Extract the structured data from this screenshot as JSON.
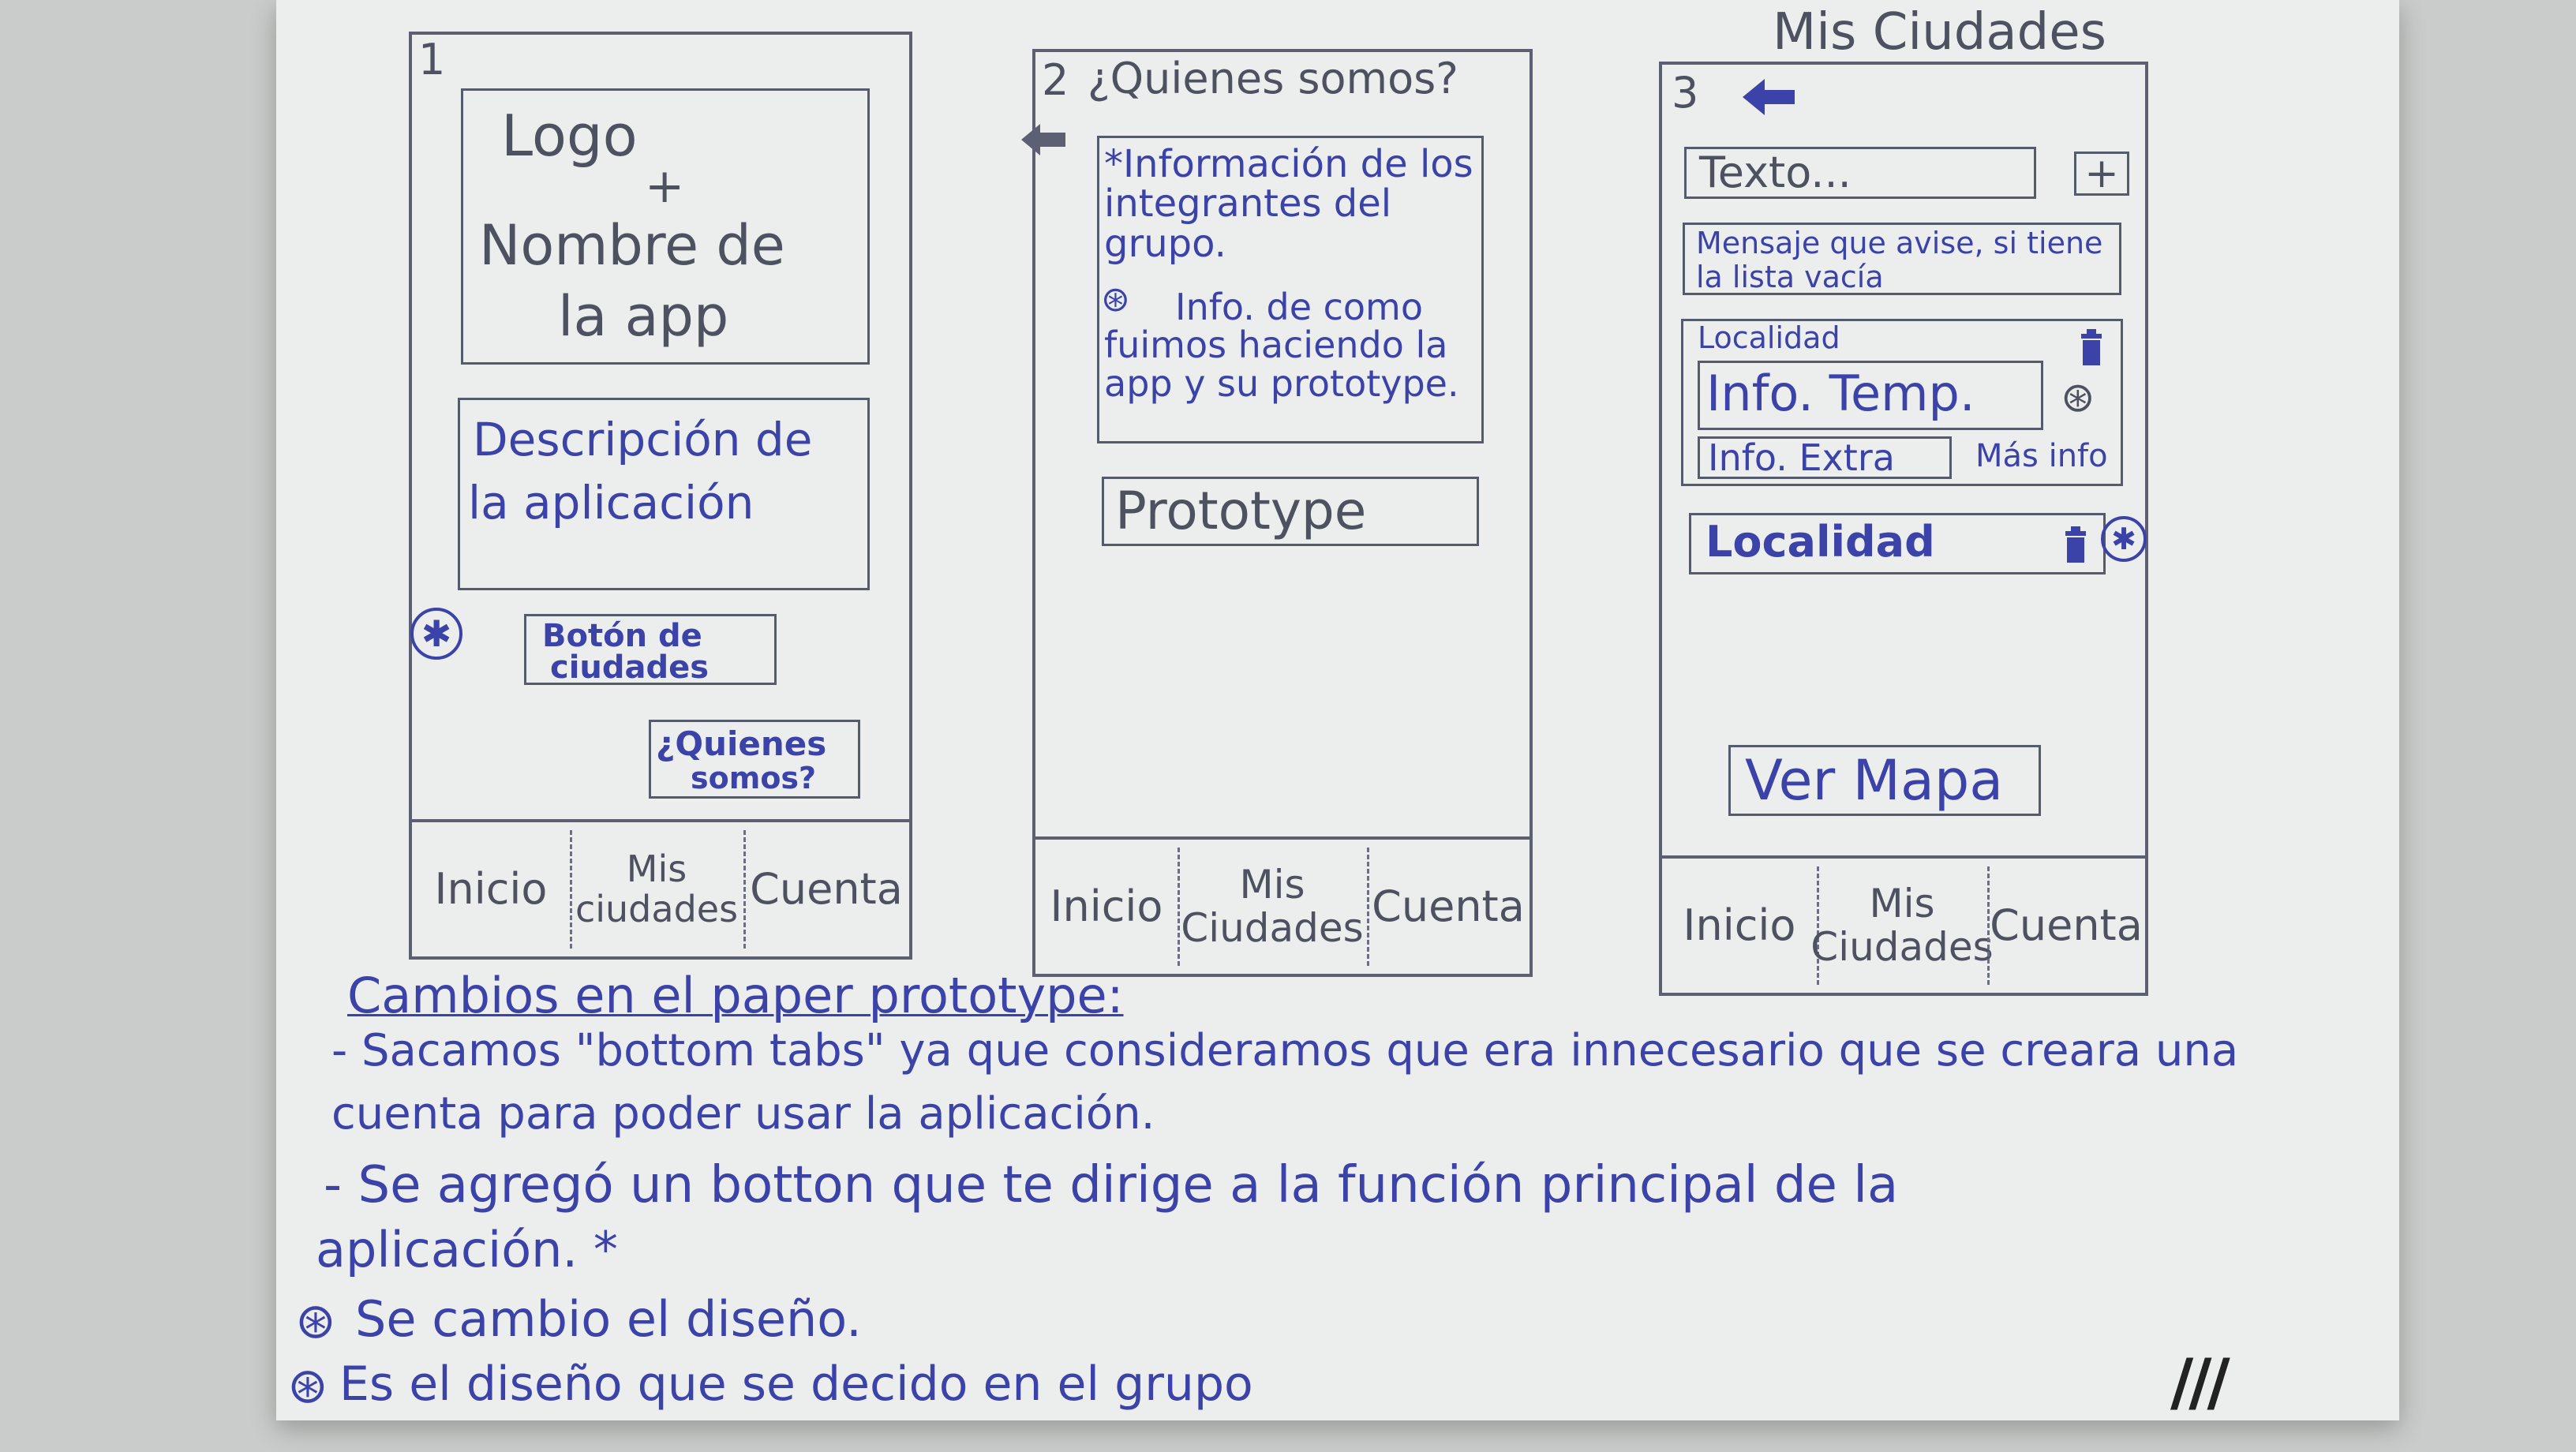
{
  "screen1": {
    "number": "1",
    "logo_line1": "Logo",
    "logo_plus": "+",
    "logo_line2": "Nombre de",
    "logo_line3": "la app",
    "desc_line1": "Descripción de",
    "desc_line2": "la aplicación",
    "cities_btn_line1": "Botón de",
    "cities_btn_line2": "ciudades",
    "about_btn_line1": "¿Quienes",
    "about_btn_line2": "somos?",
    "tabs": [
      "Inicio",
      "Mis ciudades",
      "Cuenta"
    ]
  },
  "screen2": {
    "number": "2",
    "title": "¿Quienes somos?",
    "info1": "*Información de los integrantes del grupo.",
    "info2": "Info. de como fuimos haciendo la app y su prototype.",
    "prototype_btn": "Prototype",
    "tabs": [
      "Inicio",
      "Mis Ciudades",
      "Cuenta"
    ]
  },
  "screen3": {
    "header": "Mis Ciudades",
    "number": "3",
    "text_input": "Texto...",
    "add_symbol": "+",
    "empty_msg": "Mensaje que avise, si tiene la lista vacía",
    "card1_title": "Localidad",
    "card1_temp": "Info. Temp.",
    "card1_extra": "Info. Extra",
    "card1_more": "Más info",
    "card2_title": "Localidad",
    "map_btn": "Ver Mapa",
    "tabs": [
      "Inicio",
      "Mis Ciudades",
      "Cuenta"
    ]
  },
  "notes": {
    "heading": "Cambios en el paper prototype:",
    "line1": "- Sacamos \"bottom tabs\" ya que consideramos que era innecesario que se creara una",
    "line2": "cuenta para poder usar la aplicación.",
    "line3": "- Se agregó un botton que te dirige a la función principal de la",
    "line4": "aplicación. *",
    "line5": "Se cambio el diseño.",
    "line6": "Es el diseño que se decido en el grupo",
    "page_mark": "///"
  },
  "colors": {
    "ink_blue": "#3c43a8",
    "pencil": "#4d5160",
    "paper": "#eceeee"
  }
}
